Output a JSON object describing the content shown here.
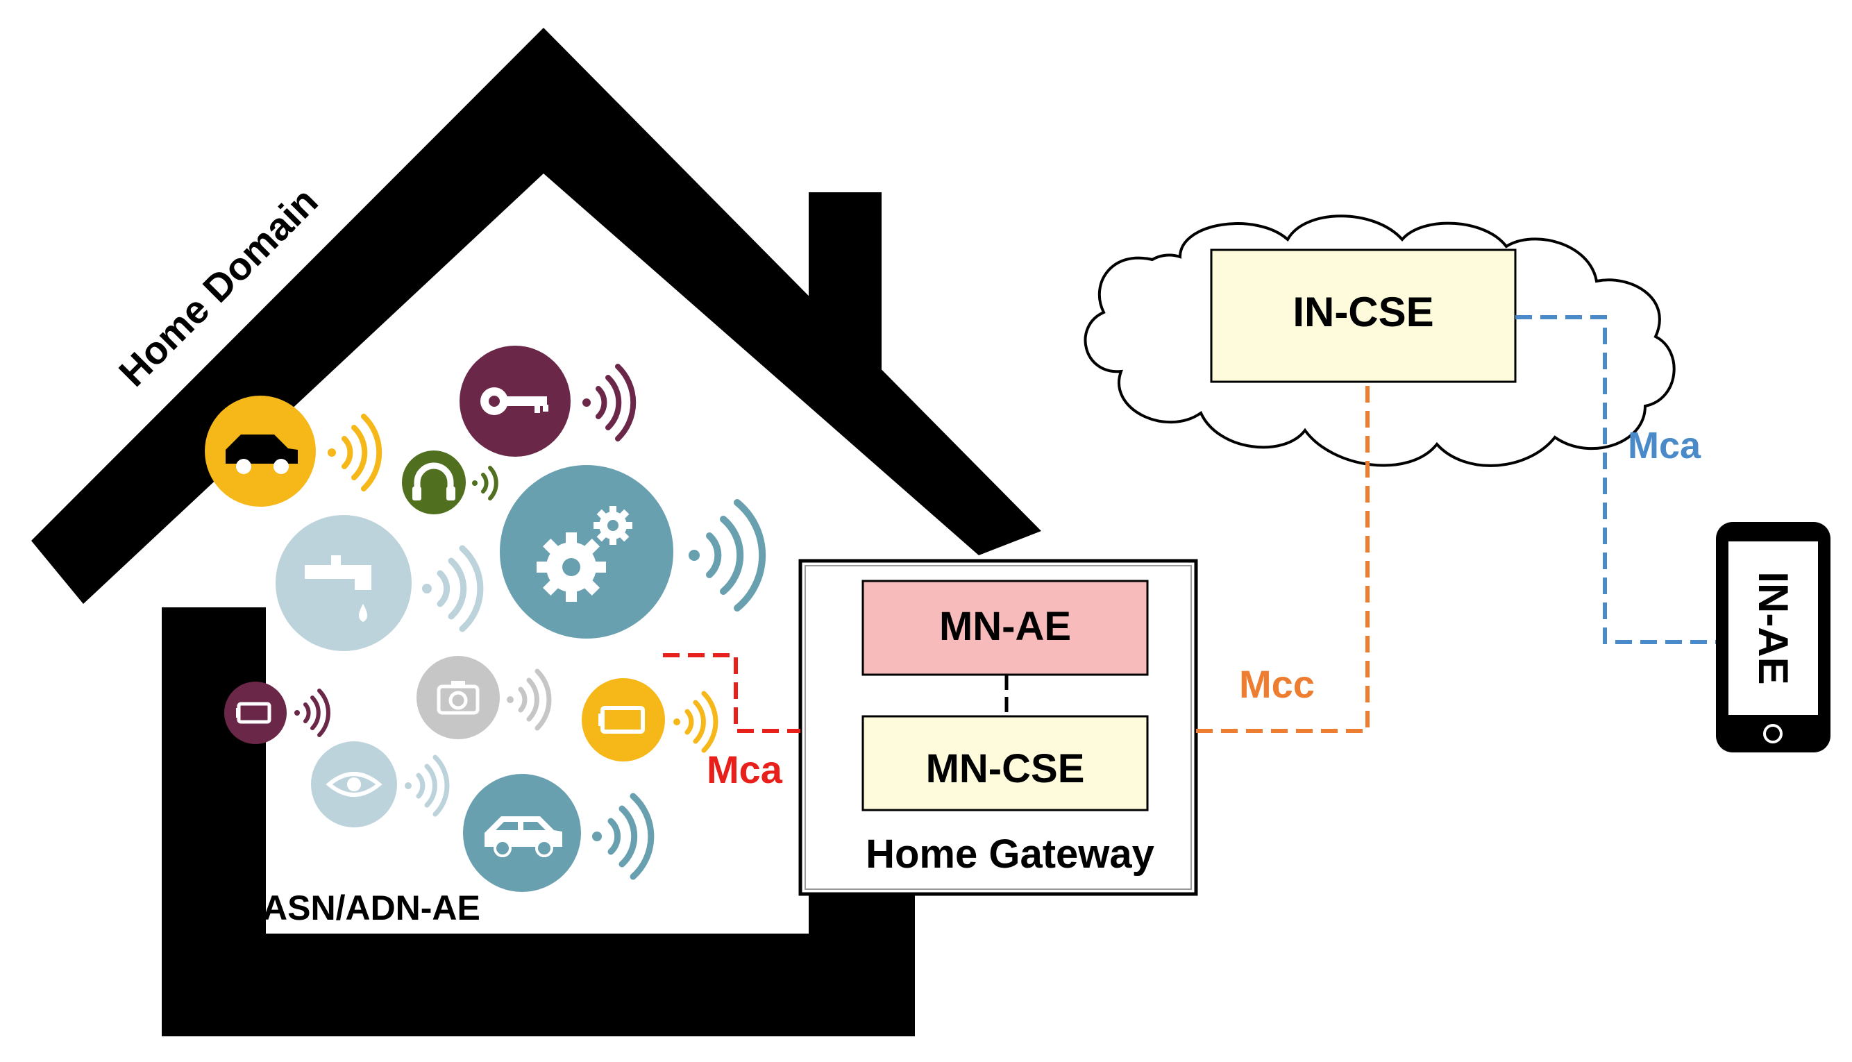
{
  "labels": {
    "home_domain": "Home Domain",
    "asn_adn_ae": "ASN/ADN-AE",
    "home_gateway": "Home Gateway",
    "mn_ae": "MN-AE",
    "mn_cse": "MN-CSE",
    "in_cse": "IN-CSE",
    "in_ae": "IN-AE",
    "mca_home": "Mca",
    "mcc": "Mcc",
    "mca_cloud": "Mca"
  },
  "colors": {
    "mca_home": "#e8201c",
    "mcc": "#ed7d31",
    "mca_cloud": "#4a8ac9",
    "mn_ae_fill": "#f8bbbb",
    "cse_fill": "#fdfbdc",
    "gold": "#f6b719",
    "plum": "#6b2748",
    "teal": "#69a0b0",
    "lightblue": "#bcd3dc",
    "olive": "#507020",
    "grey": "#c6c6c6"
  },
  "devices": [
    {
      "icon": "car-icon",
      "color": "gold"
    },
    {
      "icon": "key-icon",
      "color": "plum"
    },
    {
      "icon": "headphones-icon",
      "color": "olive"
    },
    {
      "icon": "faucet-icon",
      "color": "lightblue"
    },
    {
      "icon": "gears-icon",
      "color": "teal"
    },
    {
      "icon": "battery-icon",
      "color": "plum"
    },
    {
      "icon": "camera-icon",
      "color": "grey"
    },
    {
      "icon": "battery-icon",
      "color": "gold"
    },
    {
      "icon": "eye-icon",
      "color": "lightblue"
    },
    {
      "icon": "car-icon",
      "color": "teal"
    }
  ]
}
